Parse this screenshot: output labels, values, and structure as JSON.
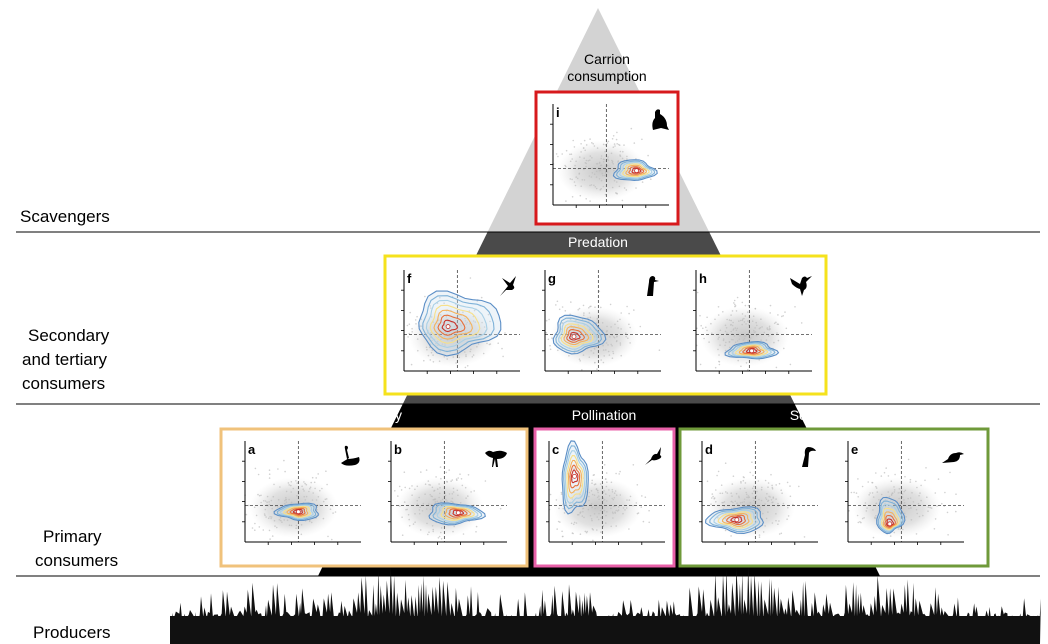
{
  "levels": {
    "scavengers": "Scavengers",
    "secondary": [
      "Secondary",
      "and tertiary",
      "consumers"
    ],
    "primary": [
      "Primary",
      "consumers"
    ],
    "producers": "Producers"
  },
  "roles": {
    "carrion": [
      "Carrion",
      "consumption"
    ],
    "predation": "Predation",
    "herbivory": "Herbivory",
    "pollination": "Pollination",
    "seed_dispersal": "Seed dispersal"
  },
  "colors": {
    "scavenger_box": "#d7191c",
    "predation_box": "#f5e21c",
    "herbivory_box": "#f0c27b",
    "pollination_box": "#e860a8",
    "seed_box": "#6f9a3a",
    "pyramid_top": "#d3d3d3",
    "pyramid_mid": "#4a4a4a",
    "pyramid_bottom": "#000000"
  },
  "panels": [
    {
      "letter": "a",
      "icon": "swan-icon",
      "role": "herbivory"
    },
    {
      "letter": "b",
      "icon": "grouse-icon",
      "role": "herbivory"
    },
    {
      "letter": "c",
      "icon": "hummingbird-icon",
      "role": "pollination"
    },
    {
      "letter": "d",
      "icon": "toucan-icon",
      "role": "seed_dispersal"
    },
    {
      "letter": "e",
      "icon": "songbird-icon",
      "role": "seed_dispersal"
    },
    {
      "letter": "f",
      "icon": "tern-icon",
      "role": "predation"
    },
    {
      "letter": "g",
      "icon": "woodpecker-icon",
      "role": "predation"
    },
    {
      "letter": "h",
      "icon": "eagle-icon",
      "role": "predation"
    },
    {
      "letter": "i",
      "icon": "vulture-icon",
      "role": "carrion"
    }
  ]
}
